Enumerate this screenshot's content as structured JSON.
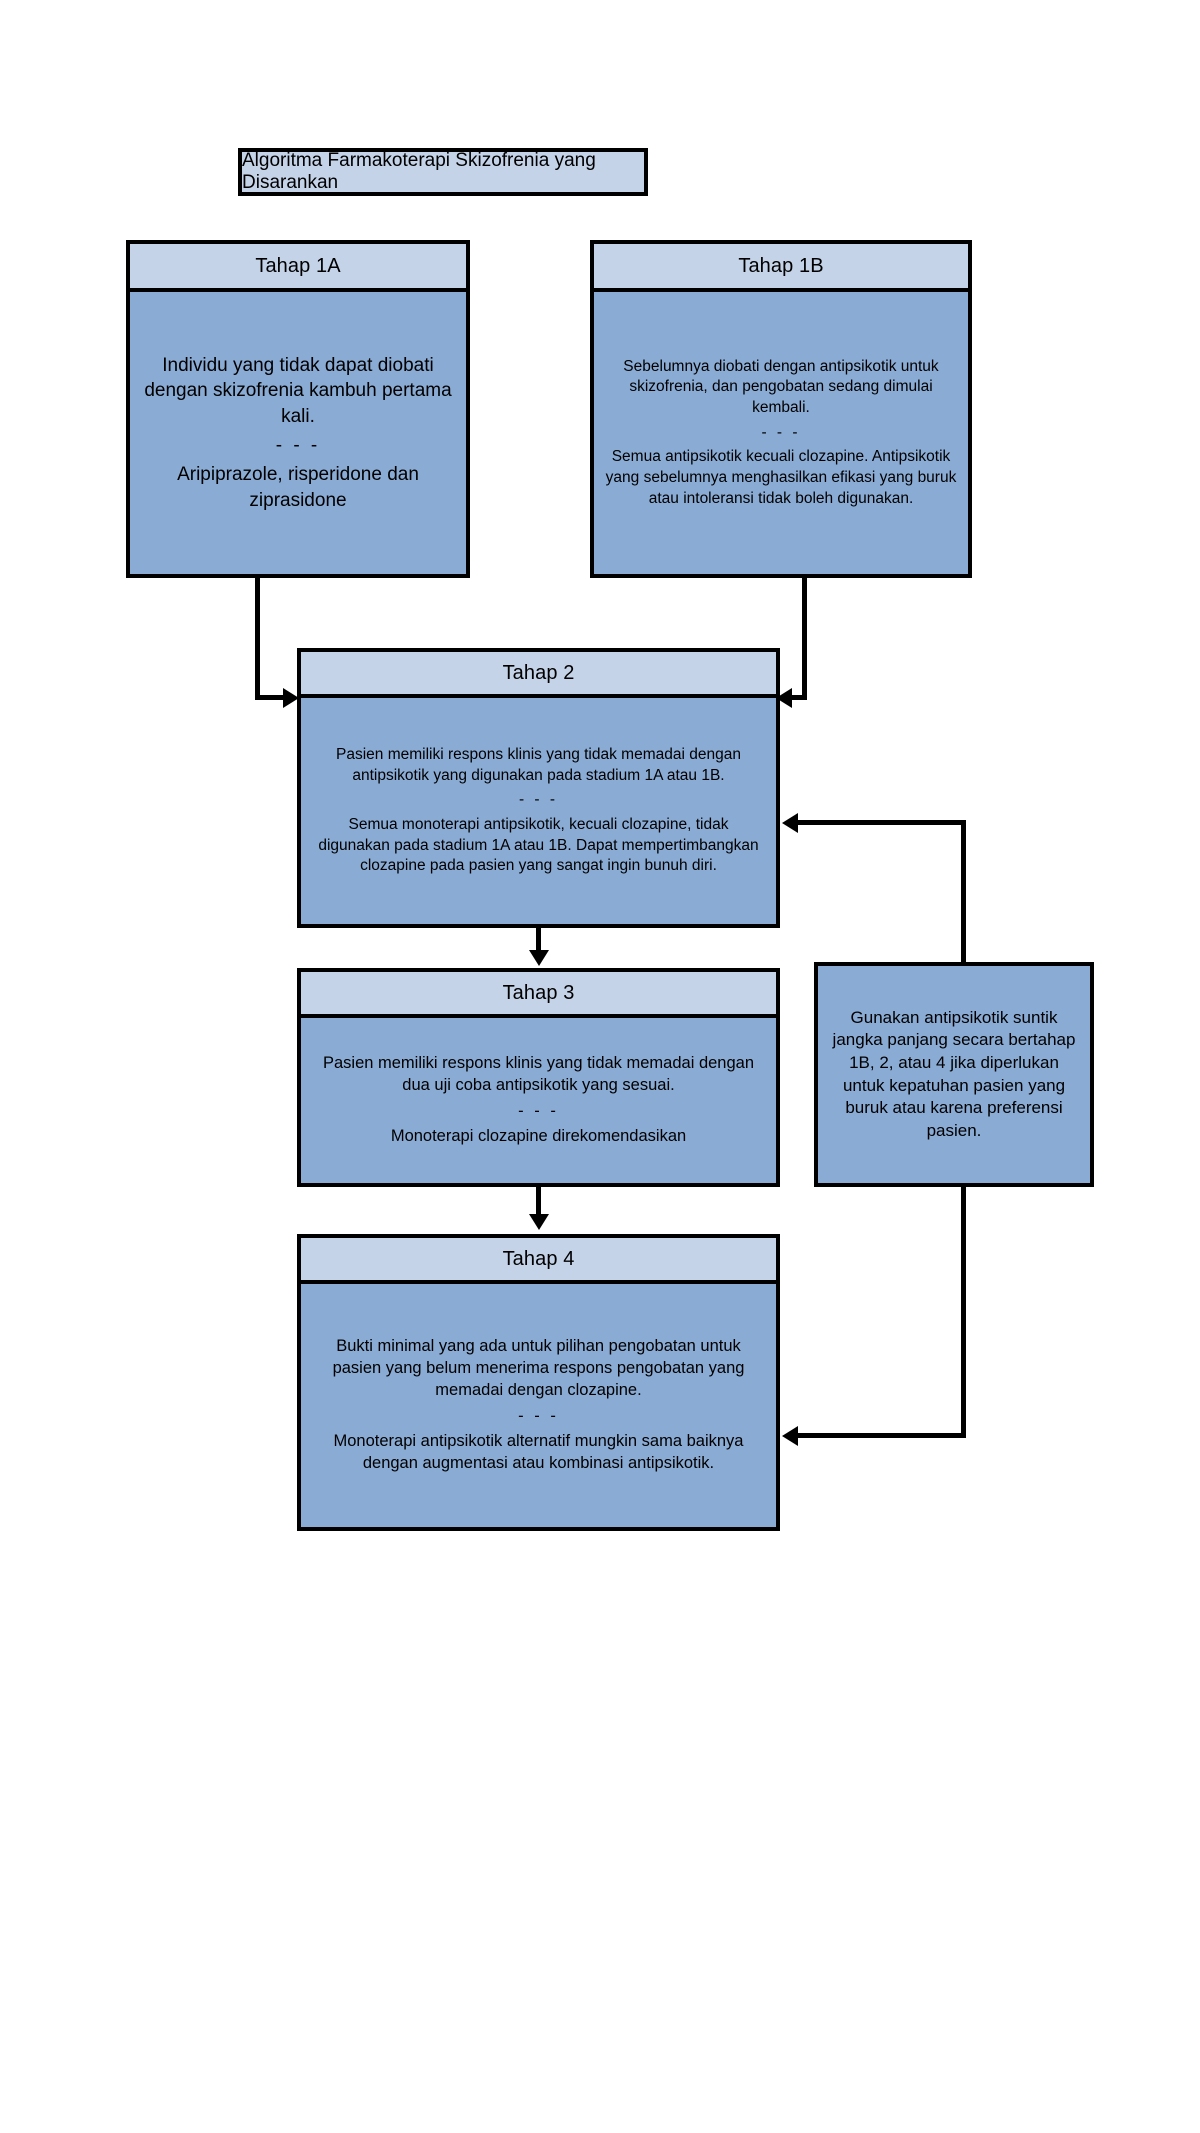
{
  "diagram": {
    "title": "Algoritma Farmakoterapi Skizofrenia yang Disarankan",
    "separator": "- - -",
    "colors": {
      "header_fill": "#c4d3e8",
      "body_fill": "#8aabd4",
      "stroke": "#000000",
      "background": "#ffffff"
    },
    "nodes": {
      "stage_1a": {
        "header": "Tahap 1A",
        "body_top": "Individu yang tidak dapat diobati dengan skizofrenia kambuh pertama kali.",
        "body_bottom": "Aripiprazole, risperidone dan ziprasidone"
      },
      "stage_1b": {
        "header": "Tahap 1B",
        "body_top": "Sebelumnya diobati dengan antipsikotik untuk skizofrenia, dan pengobatan sedang dimulai kembali.",
        "body_bottom": "Semua antipsikotik kecuali clozapine. Antipsikotik yang sebelumnya menghasilkan efikasi yang buruk atau intoleransi tidak boleh digunakan."
      },
      "stage_2": {
        "header": "Tahap 2",
        "body_top": "Pasien memiliki respons klinis yang tidak memadai dengan antipsikotik yang digunakan pada stadium 1A atau 1B.",
        "body_bottom": "Semua monoterapi antipsikotik, kecuali clozapine, tidak digunakan pada stadium 1A atau 1B. Dapat mempertimbangkan clozapine pada pasien yang sangat ingin bunuh diri."
      },
      "stage_3": {
        "header": "Tahap 3",
        "body_top": "Pasien memiliki respons klinis yang tidak memadai dengan dua uji coba antipsikotik yang sesuai.",
        "body_bottom": "Monoterapi clozapine direkomendasikan"
      },
      "stage_4": {
        "header": "Tahap 4",
        "body_top": "Bukti minimal yang ada untuk pilihan pengobatan untuk pasien yang belum menerima respons pengobatan yang memadai dengan clozapine.",
        "body_bottom": "Monoterapi antipsikotik alternatif mungkin sama baiknya dengan augmentasi atau kombinasi antipsikotik."
      },
      "long_acting_injectable": {
        "body": "Gunakan antipsikotik suntik jangka panjang secara bertahap 1B, 2, atau 4 jika diperlukan untuk kepatuhan pasien yang buruk atau karena preferensi pasien."
      }
    }
  }
}
